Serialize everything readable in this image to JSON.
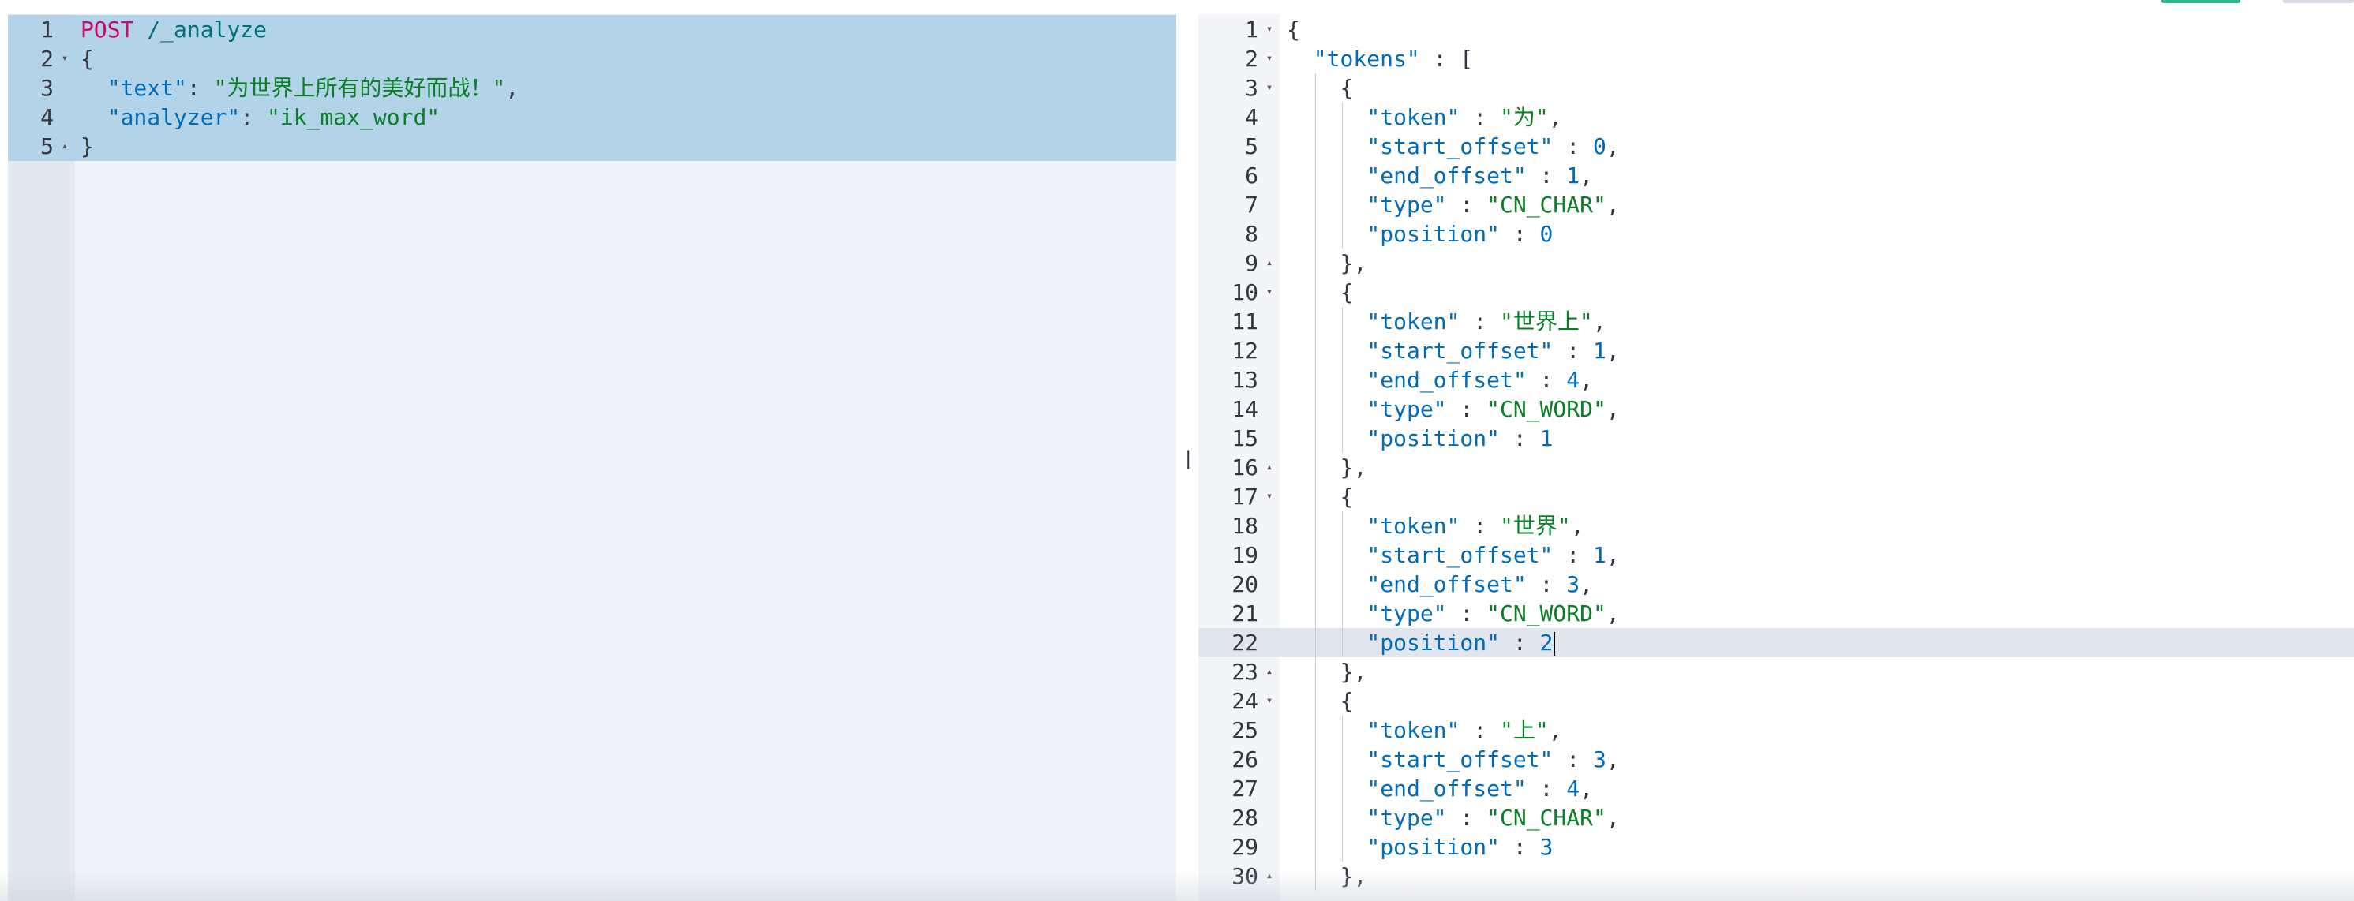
{
  "request": {
    "lines": [
      {
        "num": "1",
        "fold": "",
        "parts": [
          {
            "t": "POST",
            "c": "tok-method"
          },
          {
            "t": " /_analyze",
            "c": "tok-url"
          }
        ]
      },
      {
        "num": "2",
        "fold": "▾",
        "parts": [
          {
            "t": "{",
            "c": "tok-punc"
          }
        ]
      },
      {
        "num": "3",
        "fold": "",
        "parts": [
          {
            "t": "  ",
            "c": "tok-punc"
          },
          {
            "t": "\"text\"",
            "c": "tok-key"
          },
          {
            "t": ": ",
            "c": "tok-punc"
          },
          {
            "t": "\"为世界上所有的美好而战！\"",
            "c": "tok-str"
          },
          {
            "t": ",",
            "c": "tok-punc"
          }
        ]
      },
      {
        "num": "4",
        "fold": "",
        "parts": [
          {
            "t": "  ",
            "c": "tok-punc"
          },
          {
            "t": "\"analyzer\"",
            "c": "tok-key"
          },
          {
            "t": ": ",
            "c": "tok-punc"
          },
          {
            "t": "\"ik_max_word\"",
            "c": "tok-str"
          }
        ]
      },
      {
        "num": "5",
        "fold": "▴",
        "parts": [
          {
            "t": "}",
            "c": "tok-punc"
          }
        ]
      }
    ],
    "actions": {
      "run_icon": "play-icon",
      "settings_icon": "wrench-icon"
    }
  },
  "divider": {
    "grip": "||"
  },
  "response": {
    "cursor_line": 22,
    "lines": [
      {
        "num": "1",
        "fold": "▾",
        "indent": 0,
        "parts": [
          {
            "t": "{",
            "c": "tok-punc"
          }
        ]
      },
      {
        "num": "2",
        "fold": "▾",
        "indent": 1,
        "parts": [
          {
            "t": "\"tokens\"",
            "c": "tok-key"
          },
          {
            "t": " : [",
            "c": "tok-punc"
          }
        ]
      },
      {
        "num": "3",
        "fold": "▾",
        "indent": 2,
        "parts": [
          {
            "t": "{",
            "c": "tok-punc"
          }
        ]
      },
      {
        "num": "4",
        "fold": "",
        "indent": 3,
        "parts": [
          {
            "t": "\"token\"",
            "c": "tok-key"
          },
          {
            "t": " : ",
            "c": "tok-punc"
          },
          {
            "t": "\"为\"",
            "c": "tok-str"
          },
          {
            "t": ",",
            "c": "tok-punc"
          }
        ]
      },
      {
        "num": "5",
        "fold": "",
        "indent": 3,
        "parts": [
          {
            "t": "\"start_offset\"",
            "c": "tok-key"
          },
          {
            "t": " : ",
            "c": "tok-punc"
          },
          {
            "t": "0",
            "c": "tok-num"
          },
          {
            "t": ",",
            "c": "tok-punc"
          }
        ]
      },
      {
        "num": "6",
        "fold": "",
        "indent": 3,
        "parts": [
          {
            "t": "\"end_offset\"",
            "c": "tok-key"
          },
          {
            "t": " : ",
            "c": "tok-punc"
          },
          {
            "t": "1",
            "c": "tok-num"
          },
          {
            "t": ",",
            "c": "tok-punc"
          }
        ]
      },
      {
        "num": "7",
        "fold": "",
        "indent": 3,
        "parts": [
          {
            "t": "\"type\"",
            "c": "tok-key"
          },
          {
            "t": " : ",
            "c": "tok-punc"
          },
          {
            "t": "\"CN_CHAR\"",
            "c": "tok-str"
          },
          {
            "t": ",",
            "c": "tok-punc"
          }
        ]
      },
      {
        "num": "8",
        "fold": "",
        "indent": 3,
        "parts": [
          {
            "t": "\"position\"",
            "c": "tok-key"
          },
          {
            "t": " : ",
            "c": "tok-punc"
          },
          {
            "t": "0",
            "c": "tok-num"
          }
        ]
      },
      {
        "num": "9",
        "fold": "▴",
        "indent": 2,
        "parts": [
          {
            "t": "},",
            "c": "tok-punc"
          }
        ]
      },
      {
        "num": "10",
        "fold": "▾",
        "indent": 2,
        "parts": [
          {
            "t": "{",
            "c": "tok-punc"
          }
        ]
      },
      {
        "num": "11",
        "fold": "",
        "indent": 3,
        "parts": [
          {
            "t": "\"token\"",
            "c": "tok-key"
          },
          {
            "t": " : ",
            "c": "tok-punc"
          },
          {
            "t": "\"世界上\"",
            "c": "tok-str"
          },
          {
            "t": ",",
            "c": "tok-punc"
          }
        ]
      },
      {
        "num": "12",
        "fold": "",
        "indent": 3,
        "parts": [
          {
            "t": "\"start_offset\"",
            "c": "tok-key"
          },
          {
            "t": " : ",
            "c": "tok-punc"
          },
          {
            "t": "1",
            "c": "tok-num"
          },
          {
            "t": ",",
            "c": "tok-punc"
          }
        ]
      },
      {
        "num": "13",
        "fold": "",
        "indent": 3,
        "parts": [
          {
            "t": "\"end_offset\"",
            "c": "tok-key"
          },
          {
            "t": " : ",
            "c": "tok-punc"
          },
          {
            "t": "4",
            "c": "tok-num"
          },
          {
            "t": ",",
            "c": "tok-punc"
          }
        ]
      },
      {
        "num": "14",
        "fold": "",
        "indent": 3,
        "parts": [
          {
            "t": "\"type\"",
            "c": "tok-key"
          },
          {
            "t": " : ",
            "c": "tok-punc"
          },
          {
            "t": "\"CN_WORD\"",
            "c": "tok-str"
          },
          {
            "t": ",",
            "c": "tok-punc"
          }
        ]
      },
      {
        "num": "15",
        "fold": "",
        "indent": 3,
        "parts": [
          {
            "t": "\"position\"",
            "c": "tok-key"
          },
          {
            "t": " : ",
            "c": "tok-punc"
          },
          {
            "t": "1",
            "c": "tok-num"
          }
        ]
      },
      {
        "num": "16",
        "fold": "▴",
        "indent": 2,
        "parts": [
          {
            "t": "},",
            "c": "tok-punc"
          }
        ]
      },
      {
        "num": "17",
        "fold": "▾",
        "indent": 2,
        "parts": [
          {
            "t": "{",
            "c": "tok-punc"
          }
        ]
      },
      {
        "num": "18",
        "fold": "",
        "indent": 3,
        "parts": [
          {
            "t": "\"token\"",
            "c": "tok-key"
          },
          {
            "t": " : ",
            "c": "tok-punc"
          },
          {
            "t": "\"世界\"",
            "c": "tok-str"
          },
          {
            "t": ",",
            "c": "tok-punc"
          }
        ]
      },
      {
        "num": "19",
        "fold": "",
        "indent": 3,
        "parts": [
          {
            "t": "\"start_offset\"",
            "c": "tok-key"
          },
          {
            "t": " : ",
            "c": "tok-punc"
          },
          {
            "t": "1",
            "c": "tok-num"
          },
          {
            "t": ",",
            "c": "tok-punc"
          }
        ]
      },
      {
        "num": "20",
        "fold": "",
        "indent": 3,
        "parts": [
          {
            "t": "\"end_offset\"",
            "c": "tok-key"
          },
          {
            "t": " : ",
            "c": "tok-punc"
          },
          {
            "t": "3",
            "c": "tok-num"
          },
          {
            "t": ",",
            "c": "tok-punc"
          }
        ]
      },
      {
        "num": "21",
        "fold": "",
        "indent": 3,
        "parts": [
          {
            "t": "\"type\"",
            "c": "tok-key"
          },
          {
            "t": " : ",
            "c": "tok-punc"
          },
          {
            "t": "\"CN_WORD\"",
            "c": "tok-str"
          },
          {
            "t": ",",
            "c": "tok-punc"
          }
        ]
      },
      {
        "num": "22",
        "fold": "",
        "indent": 3,
        "parts": [
          {
            "t": "\"position\"",
            "c": "tok-key"
          },
          {
            "t": " : ",
            "c": "tok-punc"
          },
          {
            "t": "2",
            "c": "tok-num"
          }
        ]
      },
      {
        "num": "23",
        "fold": "▴",
        "indent": 2,
        "parts": [
          {
            "t": "},",
            "c": "tok-punc"
          }
        ]
      },
      {
        "num": "24",
        "fold": "▾",
        "indent": 2,
        "parts": [
          {
            "t": "{",
            "c": "tok-punc"
          }
        ]
      },
      {
        "num": "25",
        "fold": "",
        "indent": 3,
        "parts": [
          {
            "t": "\"token\"",
            "c": "tok-key"
          },
          {
            "t": " : ",
            "c": "tok-punc"
          },
          {
            "t": "\"上\"",
            "c": "tok-str"
          },
          {
            "t": ",",
            "c": "tok-punc"
          }
        ]
      },
      {
        "num": "26",
        "fold": "",
        "indent": 3,
        "parts": [
          {
            "t": "\"start_offset\"",
            "c": "tok-key"
          },
          {
            "t": " : ",
            "c": "tok-punc"
          },
          {
            "t": "3",
            "c": "tok-num"
          },
          {
            "t": ",",
            "c": "tok-punc"
          }
        ]
      },
      {
        "num": "27",
        "fold": "",
        "indent": 3,
        "parts": [
          {
            "t": "\"end_offset\"",
            "c": "tok-key"
          },
          {
            "t": " : ",
            "c": "tok-punc"
          },
          {
            "t": "4",
            "c": "tok-num"
          },
          {
            "t": ",",
            "c": "tok-punc"
          }
        ]
      },
      {
        "num": "28",
        "fold": "",
        "indent": 3,
        "parts": [
          {
            "t": "\"type\"",
            "c": "tok-key"
          },
          {
            "t": " : ",
            "c": "tok-punc"
          },
          {
            "t": "\"CN_CHAR\"",
            "c": "tok-str"
          },
          {
            "t": ",",
            "c": "tok-punc"
          }
        ]
      },
      {
        "num": "29",
        "fold": "",
        "indent": 3,
        "parts": [
          {
            "t": "\"position\"",
            "c": "tok-key"
          },
          {
            "t": " : ",
            "c": "tok-punc"
          },
          {
            "t": "3",
            "c": "tok-num"
          }
        ]
      },
      {
        "num": "30",
        "fold": "▴",
        "indent": 2,
        "parts": [
          {
            "t": "},",
            "c": "tok-punc"
          }
        ]
      }
    ]
  },
  "colors": {
    "method": "#c80a68",
    "url": "#00707a",
    "key": "#006bb8",
    "string": "#0a7f27",
    "selection": "#b3d3e8",
    "active_line": "#e1e6ee",
    "accent_button": "#2fb38a"
  }
}
